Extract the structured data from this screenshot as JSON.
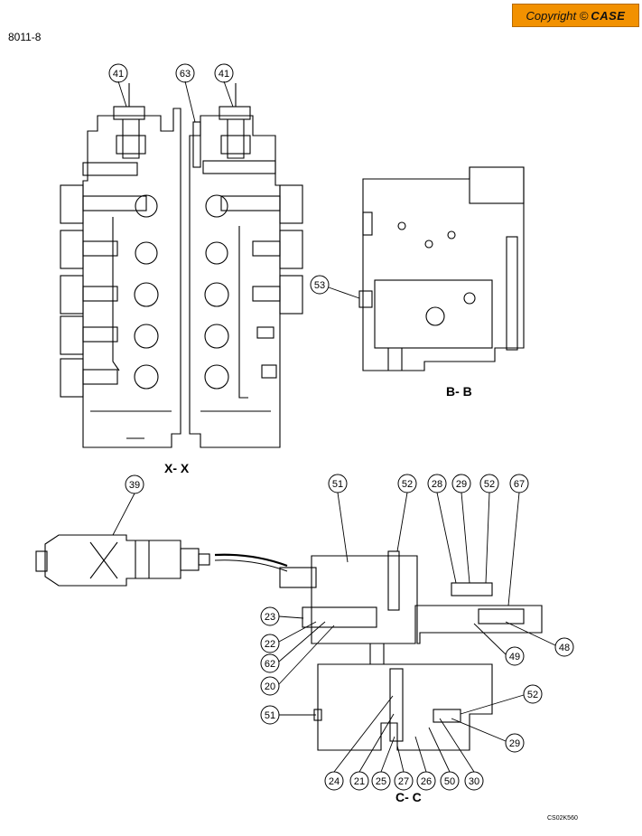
{
  "page_id": "8011-8",
  "copyright": {
    "prefix": "Copyright ©",
    "brand": "CASE"
  },
  "section_labels": {
    "xx": "X- X",
    "bb": "B- B",
    "cc": "C- C"
  },
  "reference_code": "CS02K560",
  "callouts": [
    "41",
    "63",
    "41",
    "53",
    "39",
    "51",
    "52",
    "28",
    "29",
    "52",
    "67",
    "23",
    "22",
    "62",
    "20",
    "49",
    "48",
    "52",
    "51",
    "29",
    "24",
    "21",
    "25",
    "27",
    "26",
    "50",
    "30"
  ]
}
